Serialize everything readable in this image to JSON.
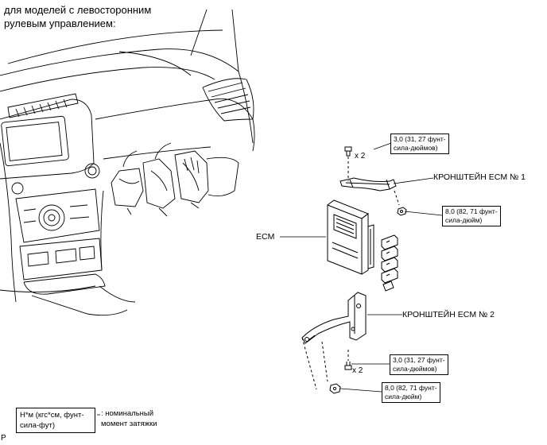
{
  "heading": {
    "line1": "для моделей с левосторонним",
    "line2": "рулевым управлением:"
  },
  "labels": {
    "bracket1": "КРОНШТЕЙН ECM № 1",
    "ecm": "ECM",
    "bracket2": "КРОНШТЕЙН ECM № 2"
  },
  "torque": {
    "top_bolt": {
      "line1": "3,0 (31, 27 фунт-",
      "line2": "сила-дюймов)",
      "qty": "x 2"
    },
    "bracket1_nut": {
      "line1": "8,0 (82, 71 фунт-",
      "line2": "сила-дюйм)"
    },
    "lower_bolt": {
      "line1": "3,0 (31, 27 фунт-",
      "line2": "сила-дюймов)",
      "qty": "x 2"
    },
    "bottom_nut": {
      "line1": "8,0 (82, 71 фунт-",
      "line2": "сила-дюйм)"
    }
  },
  "legend": {
    "box_line1": "Н*м (кгс*см, фунт-",
    "box_line2": "сила-фут)",
    "desc_line1": ": номинальный",
    "desc_line2": "момент затяжки"
  },
  "corner_mark": "P"
}
